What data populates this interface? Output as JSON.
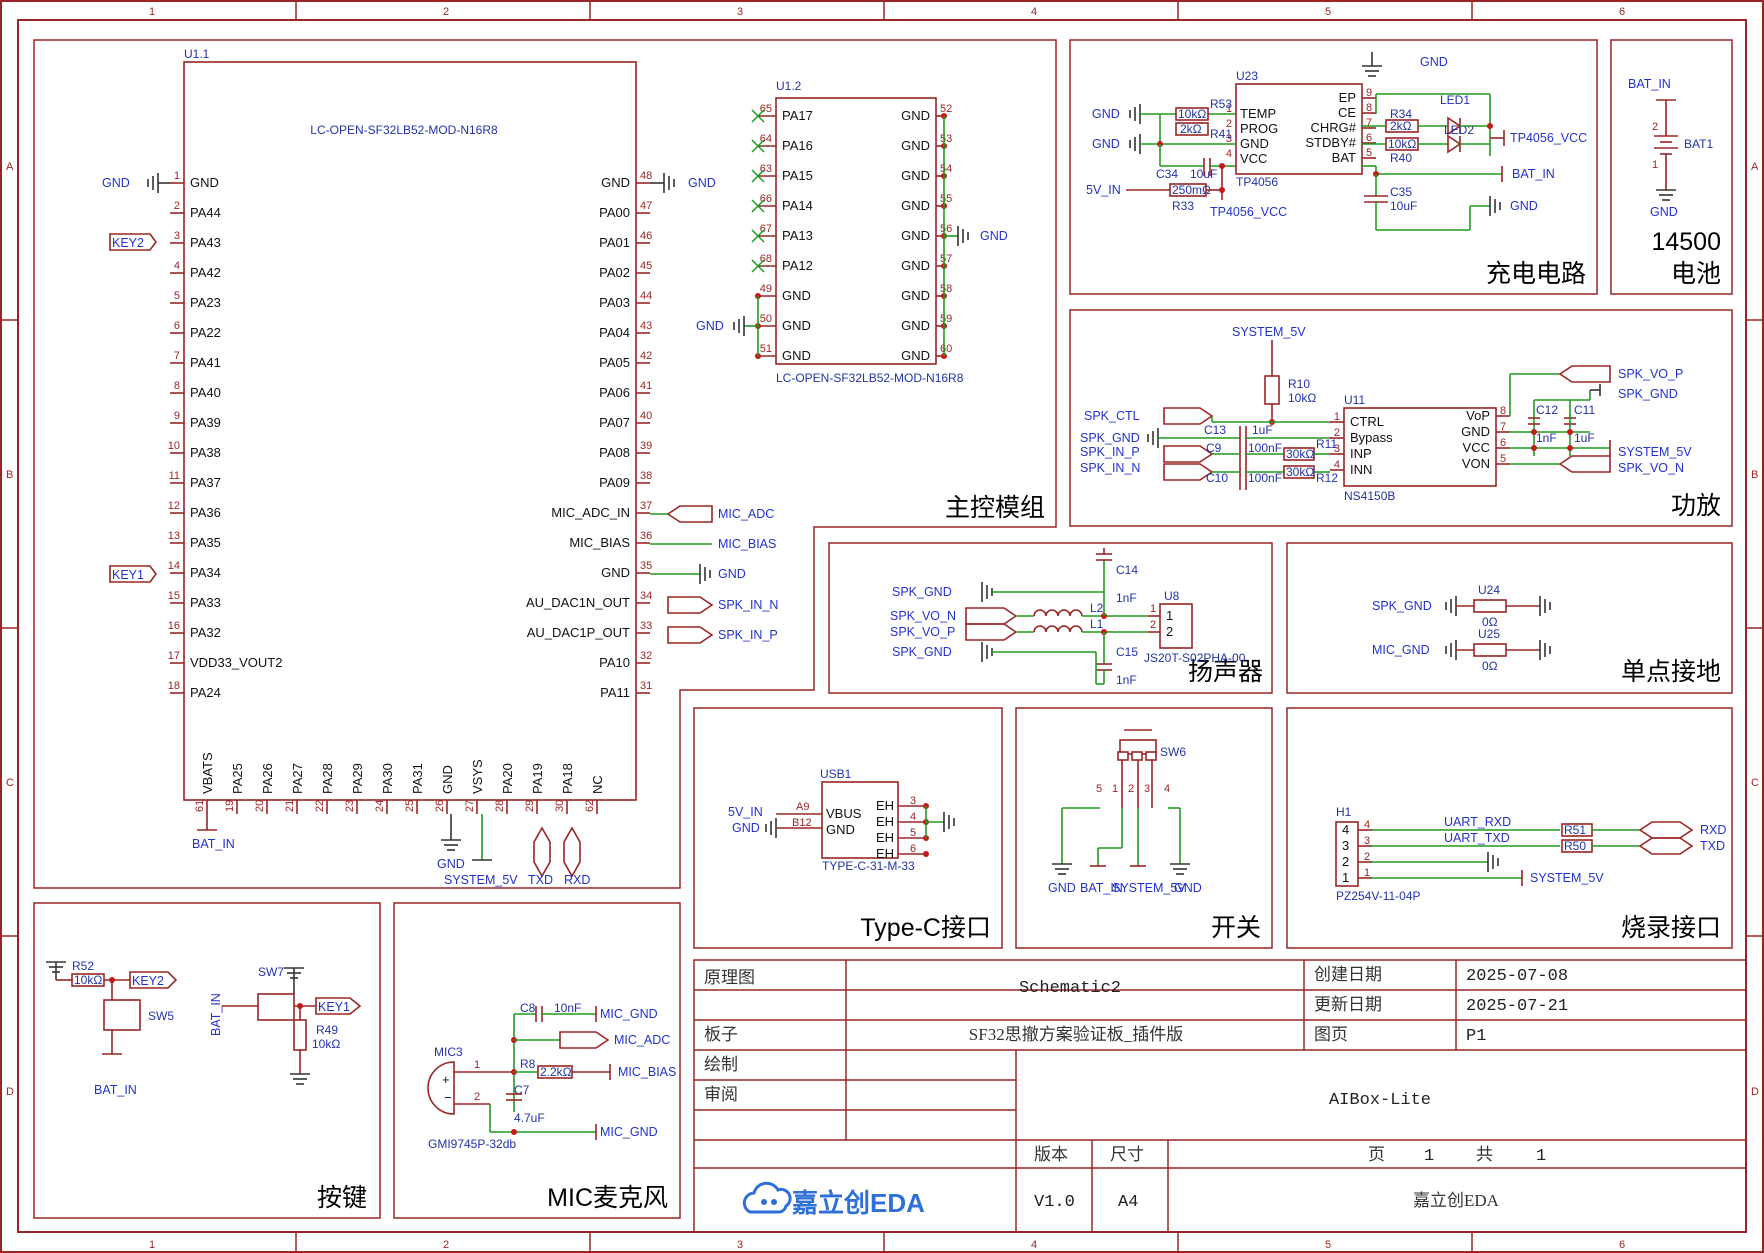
{
  "frame": {
    "col_labels": [
      "1",
      "2",
      "3",
      "4",
      "5",
      "6"
    ],
    "row_labels": [
      "A",
      "B",
      "C",
      "D"
    ]
  },
  "modules": {
    "main": "主控模组",
    "charge": "充电电路",
    "battery_l1": "14500",
    "battery_l2": "电池",
    "amp": "功放",
    "speaker": "扬声器",
    "ground": "单点接地",
    "typec": "Type-C接口",
    "switch": "开关",
    "burn": "烧录接口",
    "keys": "按键",
    "mic": "MIC麦克风"
  },
  "u1": {
    "designator": "U1.1",
    "part": "LC-OPEN-SF32LB52-MOD-N16R8",
    "left_pins": [
      {
        "n": "1",
        "name": "GND"
      },
      {
        "n": "2",
        "name": "PA44"
      },
      {
        "n": "3",
        "name": "PA43"
      },
      {
        "n": "4",
        "name": "PA42"
      },
      {
        "n": "5",
        "name": "PA23"
      },
      {
        "n": "6",
        "name": "PA22"
      },
      {
        "n": "7",
        "name": "PA41"
      },
      {
        "n": "8",
        "name": "PA40"
      },
      {
        "n": "9",
        "name": "PA39"
      },
      {
        "n": "10",
        "name": "PA38"
      },
      {
        "n": "11",
        "name": "PA37"
      },
      {
        "n": "12",
        "name": "PA36"
      },
      {
        "n": "13",
        "name": "PA35"
      },
      {
        "n": "14",
        "name": "PA34"
      },
      {
        "n": "15",
        "name": "PA33"
      },
      {
        "n": "16",
        "name": "PA32"
      },
      {
        "n": "17",
        "name": "VDD33_VOUT2"
      },
      {
        "n": "18",
        "name": "PA24"
      }
    ],
    "right_pins": [
      {
        "n": "48",
        "name": "GND"
      },
      {
        "n": "47",
        "name": "PA00"
      },
      {
        "n": "46",
        "name": "PA01"
      },
      {
        "n": "45",
        "name": "PA02"
      },
      {
        "n": "44",
        "name": "PA03"
      },
      {
        "n": "43",
        "name": "PA04"
      },
      {
        "n": "42",
        "name": "PA05"
      },
      {
        "n": "41",
        "name": "PA06"
      },
      {
        "n": "40",
        "name": "PA07"
      },
      {
        "n": "39",
        "name": "PA08"
      },
      {
        "n": "38",
        "name": "PA09"
      },
      {
        "n": "37",
        "name": "MIC_ADC_IN"
      },
      {
        "n": "36",
        "name": "MIC_BIAS"
      },
      {
        "n": "35",
        "name": "GND"
      },
      {
        "n": "34",
        "name": "AU_DAC1N_OUT"
      },
      {
        "n": "33",
        "name": "AU_DAC1P_OUT"
      },
      {
        "n": "32",
        "name": "PA10"
      },
      {
        "n": "31",
        "name": "PA11"
      }
    ],
    "bottom_pins": [
      {
        "n": "61",
        "name": "VBATS"
      },
      {
        "n": "19",
        "name": "PA25"
      },
      {
        "n": "20",
        "name": "PA26"
      },
      {
        "n": "21",
        "name": "PA27"
      },
      {
        "n": "22",
        "name": "PA28"
      },
      {
        "n": "23",
        "name": "PA29"
      },
      {
        "n": "24",
        "name": "PA30"
      },
      {
        "n": "25",
        "name": "PA31"
      },
      {
        "n": "26",
        "name": "GND"
      },
      {
        "n": "27",
        "name": "VSYS"
      },
      {
        "n": "28",
        "name": "PA20"
      },
      {
        "n": "29",
        "name": "PA19"
      },
      {
        "n": "30",
        "name": "PA18"
      },
      {
        "n": "62",
        "name": "NC"
      }
    ],
    "nets": {
      "gnd": "GND",
      "key2": "KEY2",
      "key1": "KEY1",
      "mic_adc": "MIC_ADC",
      "mic_bias": "MIC_BIAS",
      "spk_in_n": "SPK_IN_N",
      "spk_in_p": "SPK_IN_P",
      "bat_in": "BAT_IN",
      "system_5v": "SYSTEM_5V",
      "txd": "TXD",
      "rxd": "RXD"
    }
  },
  "u1_2": {
    "designator": "U1.2",
    "part": "LC-OPEN-SF32LB52-MOD-N16R8",
    "left_pins": [
      {
        "n": "65",
        "name": "PA17"
      },
      {
        "n": "64",
        "name": "PA16"
      },
      {
        "n": "63",
        "name": "PA15"
      },
      {
        "n": "66",
        "name": "PA14"
      },
      {
        "n": "67",
        "name": "PA13"
      },
      {
        "n": "68",
        "name": "PA12"
      },
      {
        "n": "49",
        "name": "GND"
      },
      {
        "n": "50",
        "name": "GND"
      },
      {
        "n": "51",
        "name": "GND"
      }
    ],
    "right_pins": [
      {
        "n": "52",
        "name": "GND"
      },
      {
        "n": "53",
        "name": "GND"
      },
      {
        "n": "54",
        "name": "GND"
      },
      {
        "n": "55",
        "name": "GND"
      },
      {
        "n": "56",
        "name": "GND"
      },
      {
        "n": "57",
        "name": "GND"
      },
      {
        "n": "58",
        "name": "GND"
      },
      {
        "n": "59",
        "name": "GND"
      },
      {
        "n": "60",
        "name": "GND"
      }
    ],
    "gnd": "GND"
  },
  "charge": {
    "u23": "U23",
    "u23_part": "TP4056",
    "left_pins": [
      {
        "n": "1",
        "name": "TEMP"
      },
      {
        "n": "2",
        "name": "PROG"
      },
      {
        "n": "3",
        "name": "GND"
      },
      {
        "n": "4",
        "name": "VCC"
      }
    ],
    "right_pins": [
      {
        "n": "9",
        "name": "EP"
      },
      {
        "n": "8",
        "name": "CE"
      },
      {
        "n": "7",
        "name": "CHRG#"
      },
      {
        "n": "6",
        "name": "STDBY#"
      },
      {
        "n": "5",
        "name": "BAT"
      }
    ],
    "r53": "R53",
    "r53_v": "10kΩ",
    "r41": "R41",
    "r41_v": "2kΩ",
    "r34": "R34",
    "r34_v": "2kΩ",
    "r40": "R40",
    "r40_v": "10kΩ",
    "r33": "R33",
    "r33_v": "250mΩ",
    "c34": "C34",
    "c34_v": "10uF",
    "c35": "C35",
    "c35_v": "10uF",
    "led1": "LED1",
    "led2": "LED2",
    "gnd": "GND",
    "v5_in": "5V_IN",
    "tp_vcc": "TP4056_VCC",
    "bat_in": "BAT_IN"
  },
  "battery": {
    "net_top": "BAT_IN",
    "ref": "BAT1",
    "net_bot": "GND",
    "pin2": "2",
    "pin1": "1"
  },
  "amp": {
    "u11": "U11",
    "u11_part": "NS4150B",
    "left_pins": [
      {
        "n": "1",
        "name": "CTRL"
      },
      {
        "n": "2",
        "name": "Bypass"
      },
      {
        "n": "3",
        "name": "INP"
      },
      {
        "n": "4",
        "name": "INN"
      }
    ],
    "right_pins": [
      {
        "n": "8",
        "name": "VoP"
      },
      {
        "n": "7",
        "name": "GND"
      },
      {
        "n": "6",
        "name": "VCC"
      },
      {
        "n": "5",
        "name": "VON"
      }
    ],
    "r10": "R10",
    "r10_v": "10kΩ",
    "r11": "R11",
    "r11_v": "30kΩ",
    "r12": "R12",
    "r12_v": "30kΩ",
    "c13": "C13",
    "c13_v": "1uF",
    "c9": "C9",
    "c9_v": "100nF",
    "c10": "C10",
    "c10_v": "100nF",
    "c12": "C12",
    "c12_v": "1nF",
    "c11": "C11",
    "c11_v": "1uF",
    "system_5v": "SYSTEM_5V",
    "spk_ctl": "SPK_CTL",
    "spk_gnd": "SPK_GND",
    "spk_in_p": "SPK_IN_P",
    "spk_in_n": "SPK_IN_N",
    "spk_vo_p": "SPK_VO_P",
    "spk_vo_n": "SPK_VO_N"
  },
  "speaker": {
    "c14": "C14",
    "c14_v": "1nF",
    "c15": "C15",
    "c15_v": "1nF",
    "l1": "L1",
    "l2": "L2",
    "u8": "U8",
    "u8_part": "JS20T-S02PHA-00",
    "pin1": "1",
    "pin2": "2",
    "spk_gnd": "SPK_GND",
    "spk_vo_n": "SPK_VO_N",
    "spk_vo_p": "SPK_VO_P"
  },
  "ground": {
    "u24": "U24",
    "u24_v": "0Ω",
    "u25": "U25",
    "u25_v": "0Ω",
    "spk_gnd": "SPK_GND",
    "mic_gnd": "MIC_GND"
  },
  "typec": {
    "usb1": "USB1",
    "part": "TYPE-C-31-M-33",
    "v5_in": "5V_IN",
    "gnd": "GND",
    "a9": "A9",
    "b12": "B12",
    "vbus": "VBUS",
    "gnd_pin": "GND",
    "eh": [
      {
        "name": "EH",
        "n": "3"
      },
      {
        "name": "EH",
        "n": "4"
      },
      {
        "name": "EH",
        "n": "5"
      },
      {
        "name": "EH",
        "n": "6"
      }
    ]
  },
  "switch": {
    "sw6": "SW6",
    "pins": [
      "5",
      "1",
      "2",
      "3",
      "4"
    ],
    "gnd": "GND",
    "bat_in": "BAT_IN",
    "system_5v": "SYSTEM_5V",
    "gnd2": "GND"
  },
  "burn": {
    "h1": "H1",
    "part": "PZ254V-11-04P",
    "pins": [
      "4",
      "3",
      "2",
      "1"
    ],
    "uart_rxd": "UART_RXD",
    "uart_txd": "UART_TXD",
    "r51": "R51",
    "r50": "R50",
    "rxd": "RXD",
    "txd": "TXD",
    "system_5v": "SYSTEM_5V"
  },
  "keys": {
    "r52": "R52",
    "r52_v": "10kΩ",
    "key2": "KEY2",
    "sw5": "SW5",
    "bat_in": "BAT_IN",
    "bat_in_v": "BAT_IN",
    "sw7": "SW7",
    "key1": "KEY1",
    "r49": "R49",
    "r49_v": "10kΩ"
  },
  "mic": {
    "c8": "C8",
    "c8_v": "10nF",
    "mic_gnd": "MIC_GND",
    "mic_adc": "MIC_ADC",
    "mic3": "MIC3",
    "r8": "R8",
    "r8_v": "2.2kΩ",
    "mic_bias": "MIC_BIAS",
    "c7": "C7",
    "c7_v": "4.7uF",
    "part": "GMI9745P-32db",
    "mic_gnd2": "MIC_GND",
    "pin1": "1",
    "pin2": "2"
  },
  "title_block": {
    "lbl_schematic": "原理图",
    "val_schematic": "Schematic2",
    "lbl_created": "创建日期",
    "val_created": "2025-07-08",
    "lbl_updated": "更新日期",
    "val_updated": "2025-07-21",
    "lbl_board": "板子",
    "val_board": "SF32思撤方案验证板_插件版",
    "lbl_page": "图页",
    "val_page": "P1",
    "lbl_drawn": "绘制",
    "lbl_review": "审阅",
    "project": "AIBox-Lite",
    "lbl_version": "版本",
    "lbl_size": "尺寸",
    "lbl_pg": "页",
    "val_pg": "1",
    "lbl_of": "共",
    "val_of": "1",
    "logo": "嘉立创EDA",
    "val_version": "V1.0",
    "val_size": "A4",
    "company": "嘉立创EDA"
  }
}
